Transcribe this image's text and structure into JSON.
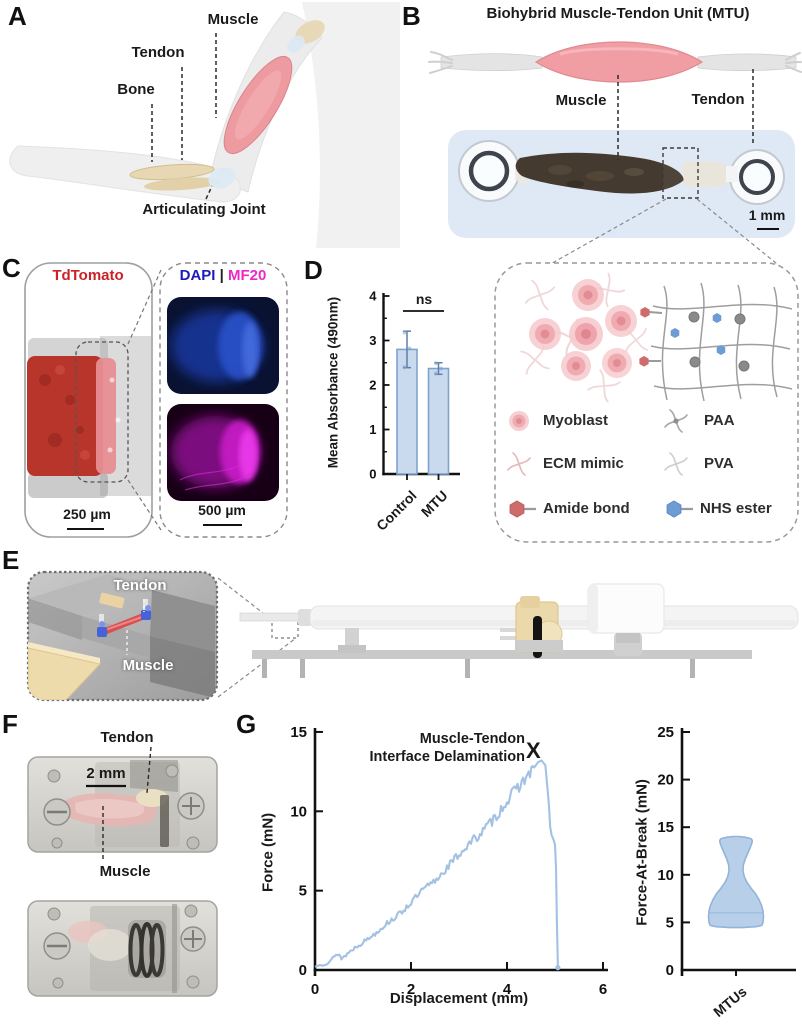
{
  "panels": {
    "a": {
      "letter": "A",
      "labels": {
        "muscle": "Muscle",
        "tendon": "Tendon",
        "bone": "Bone",
        "articulating_joint": "Articulating Joint"
      }
    },
    "b": {
      "letter": "B",
      "title": "Biohybrid Muscle-Tendon Unit (MTU)",
      "labels": {
        "muscle": "Muscle",
        "tendon": "Tendon"
      },
      "scale_bar": "1 mm"
    },
    "c": {
      "letter": "C",
      "stain_left": "TdTomato",
      "stain_dapi": "DAPI",
      "stain_divider": "|",
      "stain_mf20": "MF20",
      "scale_left": "250 µm",
      "scale_right": "500 µm"
    },
    "d": {
      "letter": "D"
    },
    "legend": {
      "items": [
        {
          "label": "Myoblast",
          "icon": "myoblast-icon"
        },
        {
          "label": "PAA",
          "icon": "paa-icon"
        },
        {
          "label": "ECM mimic",
          "icon": "ecm-mimic-icon"
        },
        {
          "label": "PVA",
          "icon": "pva-icon"
        },
        {
          "label": "Amide bond",
          "icon": "amide-bond-icon"
        },
        {
          "label": "NHS ester",
          "icon": "nhs-ester-icon"
        }
      ]
    },
    "e": {
      "letter": "E",
      "labels": {
        "tendon": "Tendon",
        "muscle": "Muscle"
      }
    },
    "f": {
      "letter": "F",
      "labels": {
        "tendon": "Tendon",
        "muscle": "Muscle"
      },
      "scale_bar": "2 mm"
    },
    "g": {
      "letter": "G",
      "annotation_line1": "Muscle-Tendon",
      "annotation_line2": "Interface Delamination",
      "break_marker": "X"
    }
  },
  "colors": {
    "accent_blue": "#a3c2e3",
    "bar_fill": "#c9daee",
    "bar_stroke": "#7fa3cd",
    "violin_fill": "#b5cee9",
    "violin_stroke": "#8fb2d8",
    "tdtomato_red": "#cb2127",
    "dapi_blue": "#1c1cb8",
    "mf20_magenta": "#ee28c8",
    "muscle_pink": "#f09da3",
    "amide_red": "#cf6b6b",
    "nhs_blue": "#6d9bd3",
    "photo_bg_blue": "#dfe9f5"
  },
  "chart_data": [
    {
      "type": "bar",
      "ylabel": "Mean Absorbance (490nm)",
      "categories": [
        "Control",
        "MTU"
      ],
      "values": [
        2.8,
        2.37
      ],
      "errors": [
        0.41,
        0.13
      ],
      "points": [
        [
          2.4,
          2.82,
          3.18
        ],
        [
          2.26,
          2.37,
          2.49
        ]
      ],
      "ylim": [
        0,
        4
      ],
      "yticks": [
        0,
        1,
        2,
        3,
        4
      ],
      "significance": "ns"
    },
    {
      "type": "line",
      "xlabel": "Displacement (mm)",
      "ylabel": "Force (mN)",
      "xlim": [
        0,
        6
      ],
      "ylim": [
        0,
        15
      ],
      "xticks": [
        0,
        2,
        4,
        6
      ],
      "yticks": [
        0,
        5,
        10,
        15
      ],
      "annotation": "Muscle-Tendon Interface Delamination",
      "break_point": [
        4.7,
        13.3
      ],
      "points": [
        [
          0,
          0.2
        ],
        [
          0.25,
          0.45
        ],
        [
          0.5,
          1.05
        ],
        [
          0.55,
          0.7
        ],
        [
          0.8,
          1.35
        ],
        [
          1.0,
          1.75
        ],
        [
          1.25,
          2.3
        ],
        [
          1.5,
          2.95
        ],
        [
          1.75,
          3.5
        ],
        [
          2.0,
          4.25
        ],
        [
          2.25,
          5.05
        ],
        [
          2.5,
          5.6
        ],
        [
          2.75,
          6.45
        ],
        [
          3.0,
          7.3
        ],
        [
          3.25,
          8.05
        ],
        [
          3.5,
          8.75
        ],
        [
          3.75,
          9.6
        ],
        [
          4.0,
          10.65
        ],
        [
          4.25,
          11.6
        ],
        [
          4.45,
          12.3
        ],
        [
          4.65,
          13.1
        ],
        [
          4.72,
          13.2
        ],
        [
          4.8,
          12.9
        ],
        [
          4.87,
          10.5
        ],
        [
          4.9,
          9.0
        ],
        [
          4.93,
          8.5
        ],
        [
          4.97,
          8.2
        ],
        [
          5.0,
          7.9
        ],
        [
          5.02,
          6.5
        ],
        [
          5.04,
          3.0
        ],
        [
          5.06,
          0.15
        ]
      ]
    },
    {
      "type": "violin",
      "ylabel": "Force-At-Break (mN)",
      "categories": [
        "MTUs"
      ],
      "ylim": [
        0,
        25
      ],
      "yticks": [
        0,
        5,
        10,
        15,
        20,
        25
      ],
      "range": [
        4.7,
        13.9
      ],
      "median": 6.0,
      "profile": [
        [
          4.45,
          6
        ],
        [
          4.55,
          20
        ],
        [
          4.7,
          26
        ],
        [
          5.0,
          27
        ],
        [
          5.6,
          27.5
        ],
        [
          6.2,
          27
        ],
        [
          6.8,
          25.5
        ],
        [
          7.4,
          23
        ],
        [
          8.0,
          19.5
        ],
        [
          8.6,
          15
        ],
        [
          9.2,
          11
        ],
        [
          9.8,
          8.3
        ],
        [
          10.4,
          7
        ],
        [
          11.0,
          7.3
        ],
        [
          11.6,
          9
        ],
        [
          12.2,
          11.5
        ],
        [
          12.8,
          14
        ],
        [
          13.3,
          15.8
        ],
        [
          13.6,
          16.3
        ],
        [
          13.8,
          15
        ],
        [
          13.95,
          9
        ],
        [
          14.02,
          3
        ]
      ]
    }
  ]
}
